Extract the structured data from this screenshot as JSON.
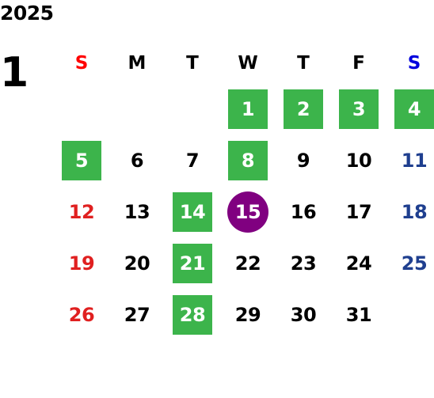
{
  "calendar": {
    "year": "2025",
    "month": "1",
    "weekdays": [
      "S",
      "M",
      "T",
      "W",
      "T",
      "F",
      "S"
    ],
    "colors": {
      "sunday_header": "#ff0000",
      "saturday_header": "#0000dd",
      "weekday_header": "#000000",
      "sunday_date": "#e02020",
      "saturday_date": "#1f3f8f",
      "weekday_date": "#000000",
      "highlight_box": "#3cb44b",
      "today_circle": "#800080"
    },
    "lead_blanks": 3,
    "days": [
      {
        "d": "1",
        "mark": "box"
      },
      {
        "d": "2",
        "mark": "box"
      },
      {
        "d": "3",
        "mark": "box"
      },
      {
        "d": "4",
        "mark": "box"
      },
      {
        "d": "5",
        "mark": "box"
      },
      {
        "d": "6",
        "mark": ""
      },
      {
        "d": "7",
        "mark": ""
      },
      {
        "d": "8",
        "mark": "box"
      },
      {
        "d": "9",
        "mark": ""
      },
      {
        "d": "10",
        "mark": ""
      },
      {
        "d": "11",
        "mark": ""
      },
      {
        "d": "12",
        "mark": ""
      },
      {
        "d": "13",
        "mark": ""
      },
      {
        "d": "14",
        "mark": "box"
      },
      {
        "d": "15",
        "mark": "circle"
      },
      {
        "d": "16",
        "mark": ""
      },
      {
        "d": "17",
        "mark": ""
      },
      {
        "d": "18",
        "mark": ""
      },
      {
        "d": "19",
        "mark": ""
      },
      {
        "d": "20",
        "mark": ""
      },
      {
        "d": "21",
        "mark": "box"
      },
      {
        "d": "22",
        "mark": ""
      },
      {
        "d": "23",
        "mark": ""
      },
      {
        "d": "24",
        "mark": ""
      },
      {
        "d": "25",
        "mark": ""
      },
      {
        "d": "26",
        "mark": ""
      },
      {
        "d": "27",
        "mark": ""
      },
      {
        "d": "28",
        "mark": "box"
      },
      {
        "d": "29",
        "mark": ""
      },
      {
        "d": "30",
        "mark": ""
      },
      {
        "d": "31",
        "mark": ""
      }
    ]
  }
}
